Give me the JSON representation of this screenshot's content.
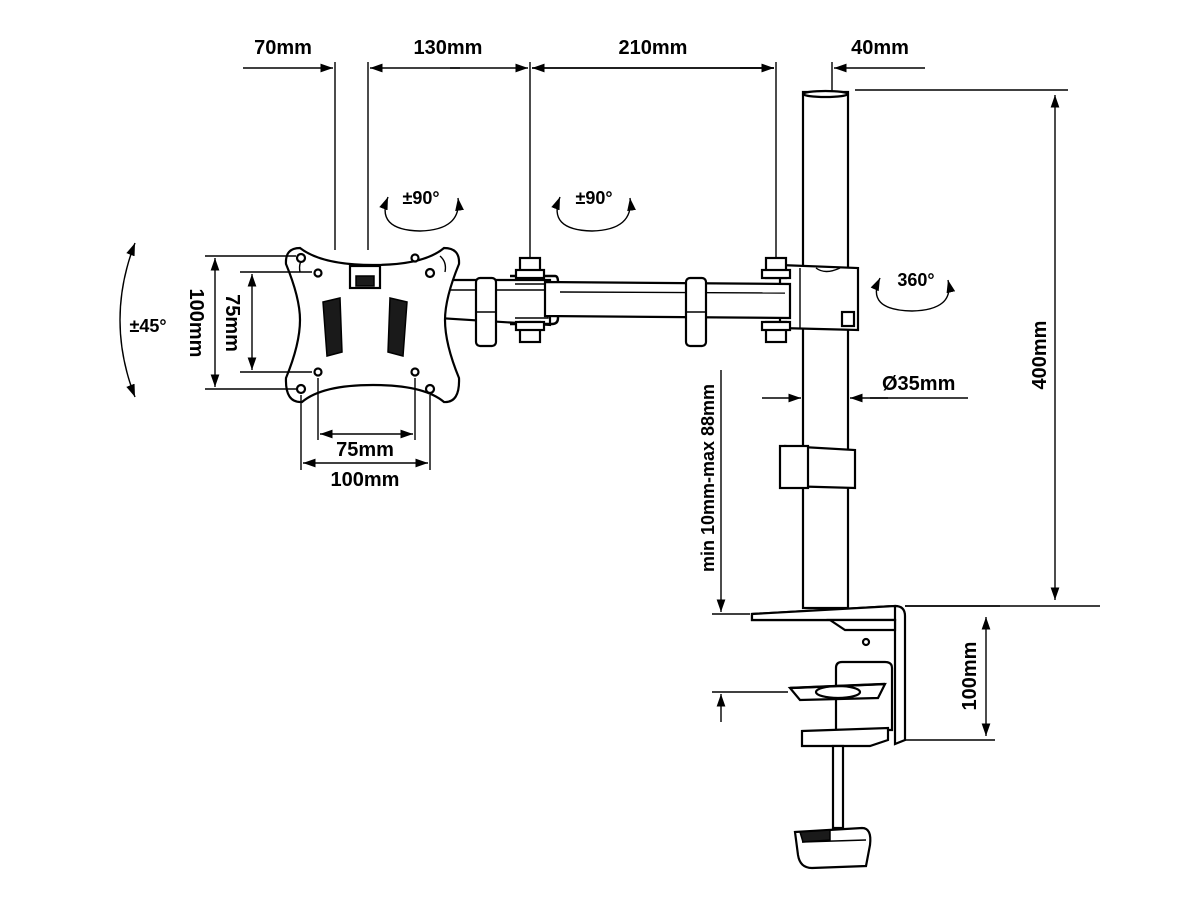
{
  "labels": {
    "w70": "70mm",
    "w130": "130mm",
    "w210": "210mm",
    "w40": "40mm",
    "h400": "400mm",
    "dia35": "Ø35mm",
    "vesa75h": "75mm",
    "vesa100h": "100mm",
    "vesa75v": "75mm",
    "vesa100v": "100mm",
    "tilt": "±45°",
    "swivel1": "±90°",
    "swivel2": "±90°",
    "rot360": "360°",
    "clampRange": "min 10mm-max 88mm",
    "clamp100": "100mm"
  },
  "colors": {
    "line": "#000000",
    "background": "#ffffff"
  }
}
